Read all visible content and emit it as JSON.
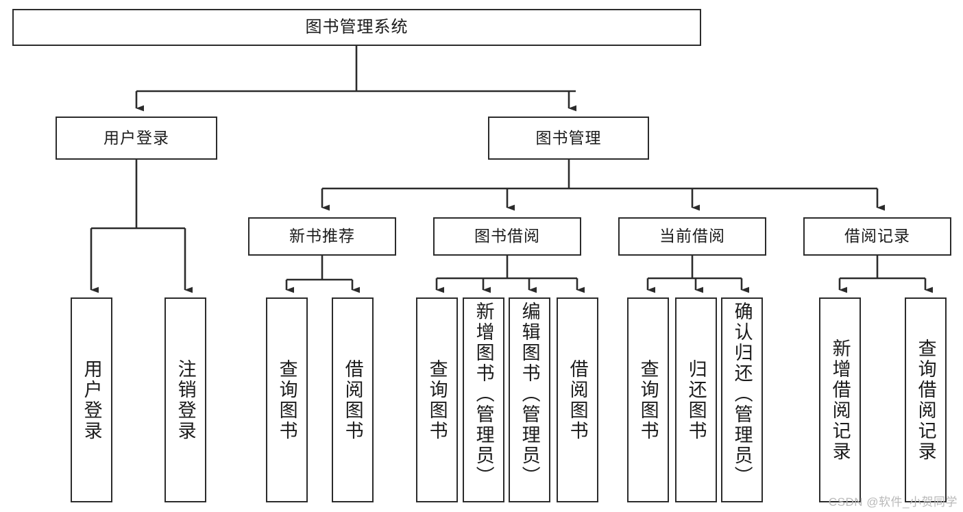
{
  "diagram": {
    "title": "图书管理系统",
    "watermark": "CSDN @软件_小贺同学",
    "style": {
      "stroke": "#2b2b2b",
      "fill": "#ffffff",
      "text": "#1b1b1b",
      "watermark_color": "#b9b9b9"
    },
    "root": {
      "label": "图书管理系统"
    },
    "level2": [
      {
        "label": "用户登录"
      },
      {
        "label": "图书管理"
      }
    ],
    "level3": [
      {
        "label": "新书推荐"
      },
      {
        "label": "图书借阅"
      },
      {
        "label": "当前借阅"
      },
      {
        "label": "借阅记录"
      }
    ],
    "leaves": [
      {
        "label": "用户登录",
        "parent": "用户登录",
        "align": "mid"
      },
      {
        "label": "注销登录",
        "parent": "用户登录",
        "align": "mid"
      },
      {
        "label": "查询图书",
        "parent": "新书推荐",
        "align": "mid"
      },
      {
        "label": "借阅图书",
        "parent": "新书推荐",
        "align": "mid"
      },
      {
        "label": "查询图书",
        "parent": "图书借阅",
        "align": "mid"
      },
      {
        "label": "新增图书（管理员）",
        "parent": "图书借阅",
        "align": "top"
      },
      {
        "label": "编辑图书（管理员）",
        "parent": "图书借阅",
        "align": "top"
      },
      {
        "label": "借阅图书",
        "parent": "图书借阅",
        "align": "mid"
      },
      {
        "label": "查询图书",
        "parent": "当前借阅",
        "align": "mid"
      },
      {
        "label": "归还图书",
        "parent": "当前借阅",
        "align": "mid"
      },
      {
        "label": "确认归还（管理员）",
        "parent": "当前借阅",
        "align": "top"
      },
      {
        "label": "新增借阅记录",
        "parent": "借阅记录",
        "align": "mid"
      },
      {
        "label": "查询借阅记录",
        "parent": "借阅记录",
        "align": "mid"
      }
    ]
  }
}
